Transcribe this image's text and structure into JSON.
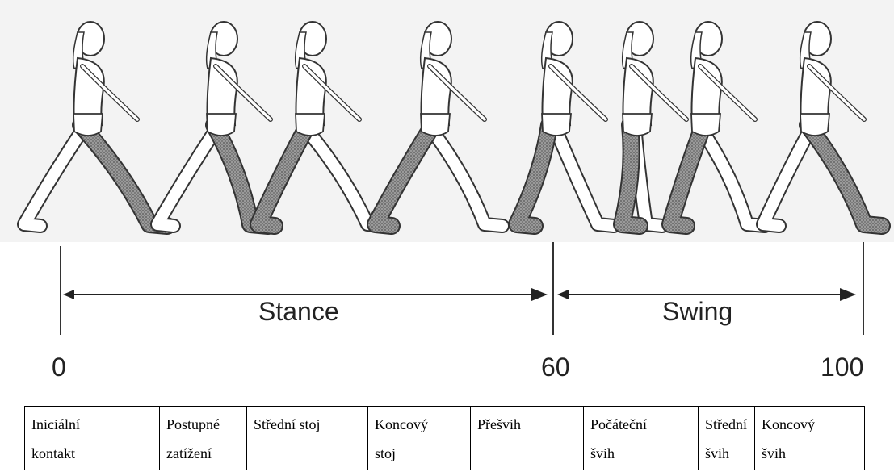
{
  "diagram": {
    "stance_label": "Stance",
    "swing_label": "Swing",
    "ticks": [
      "0",
      "60",
      "100"
    ]
  },
  "phases": [
    {
      "line1": "Iniciální",
      "line2": "kontakt"
    },
    {
      "line1": "Postupné",
      "line2": "zatížení"
    },
    {
      "line1": "Střední stoj",
      "line2": ""
    },
    {
      "line1": "Koncový",
      "line2": "stoj"
    },
    {
      "line1": "Přešvih",
      "line2": ""
    },
    {
      "line1": "Počáteční",
      "line2": "švih"
    },
    {
      "line1": "Střední",
      "line2": "švih"
    },
    {
      "line1": "Koncový",
      "line2": "švih"
    }
  ],
  "colors": {
    "outline": "#333333",
    "shaded_leg": "#7a7a7a",
    "figure_bg": "#f3f3f3"
  }
}
